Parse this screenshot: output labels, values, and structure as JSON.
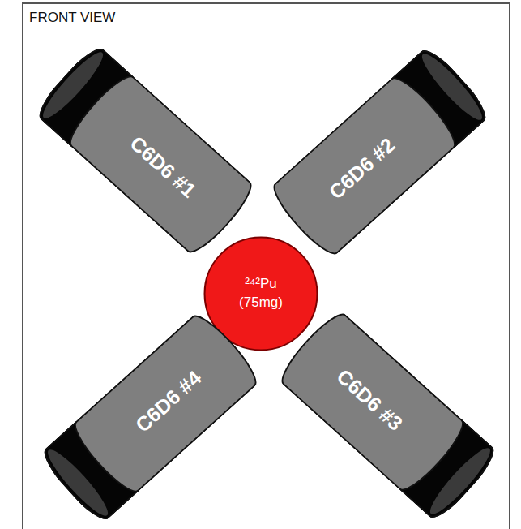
{
  "diagram": {
    "title": "FRONT VIEW",
    "nodes": [
      {
        "text": [
          "C6D6 #1"
        ]
      },
      {
        "text": [
          "C6D6 #2"
        ]
      },
      {
        "text": [
          "²⁴²Pu",
          "(75mg)"
        ]
      },
      {
        "text": [
          "C6D6 #4"
        ]
      },
      {
        "text": [
          "C6D6 #3"
        ]
      }
    ]
  }
}
